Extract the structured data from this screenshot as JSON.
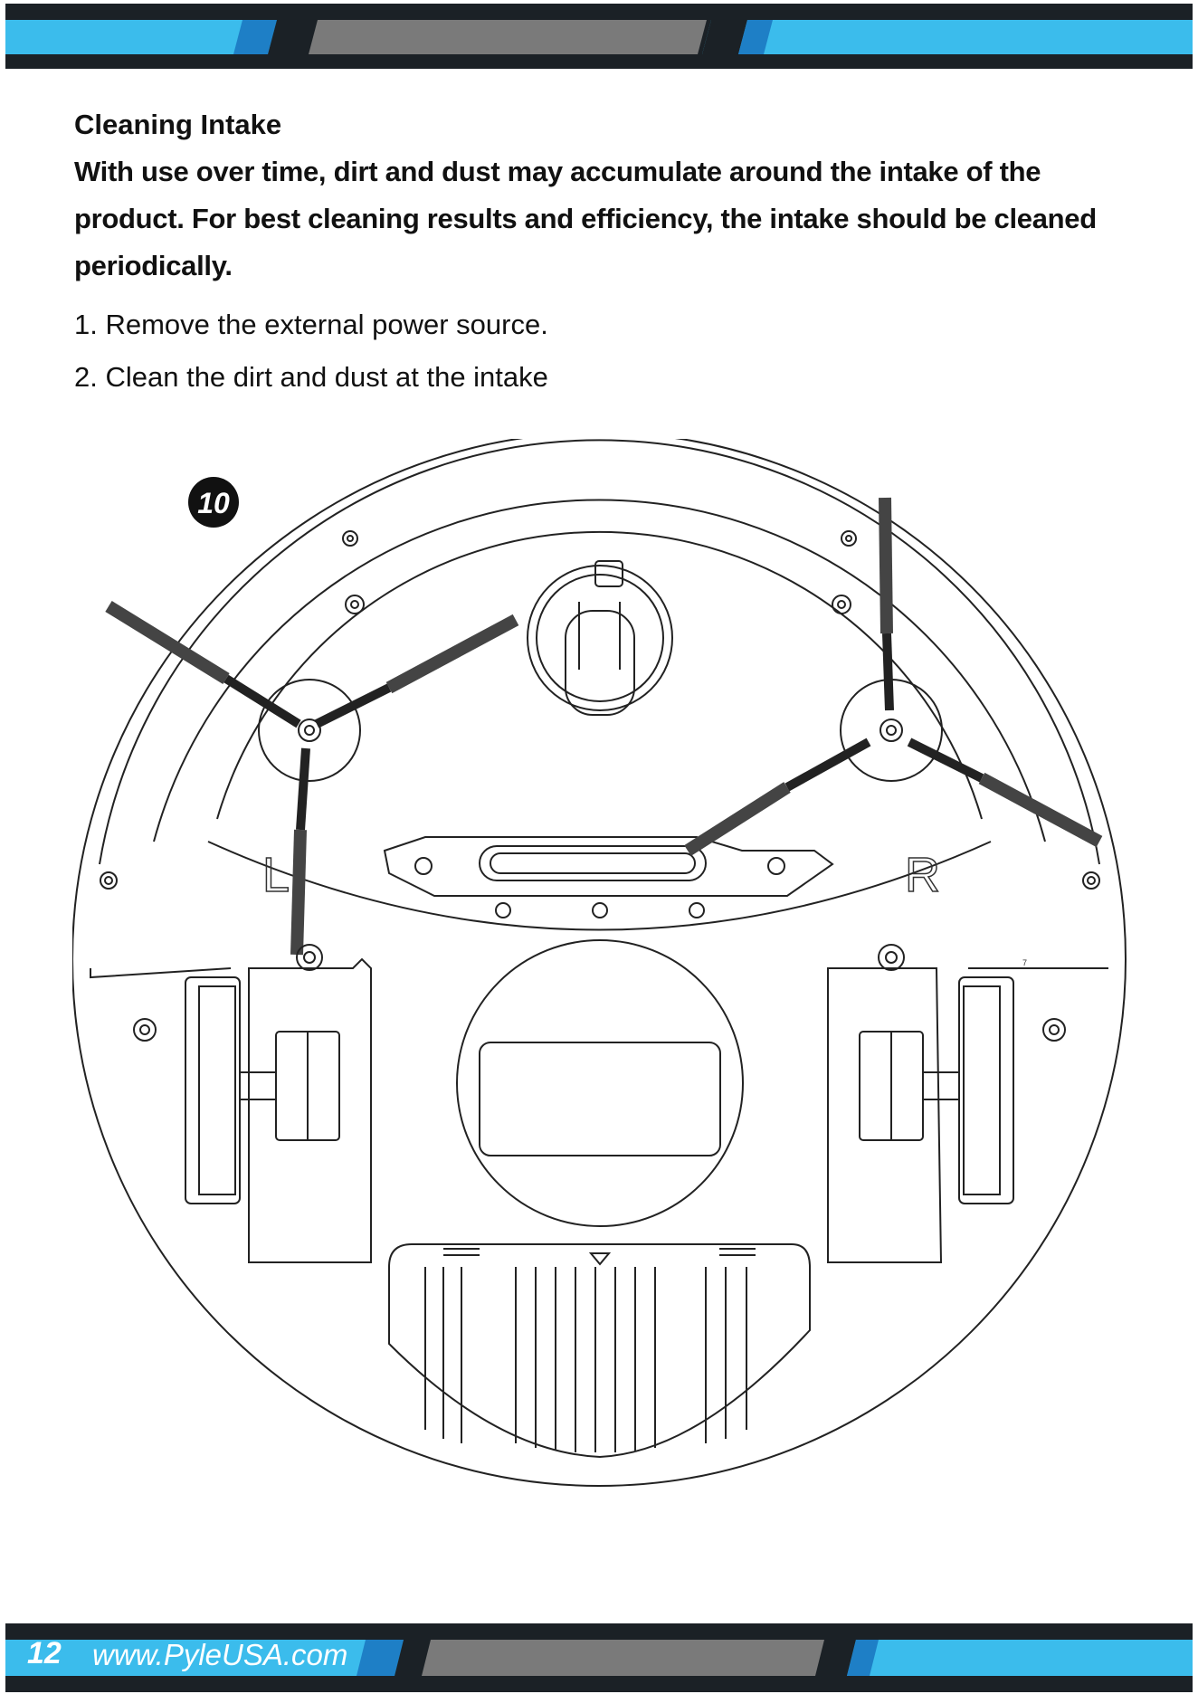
{
  "header": {
    "colors": {
      "dark": "#1b2126",
      "blue": "#3bbcec",
      "deep_blue": "#1e7fc6",
      "gray": "#7a7a7a"
    }
  },
  "section": {
    "heading": "Cleaning Intake",
    "intro": "With use over time, dirt and dust may accumulate around the intake of the product.   For best cleaning results and efficiency, the intake should be cleaned periodically.",
    "steps": [
      "1. Remove the external power source.",
      "2. Clean the dirt and dust at the intake"
    ]
  },
  "figure": {
    "badge": "10",
    "left_label": "L",
    "right_label": "R",
    "small_mark": "7"
  },
  "footer": {
    "page_number": "12",
    "website": "www.PyleUSA.com"
  }
}
